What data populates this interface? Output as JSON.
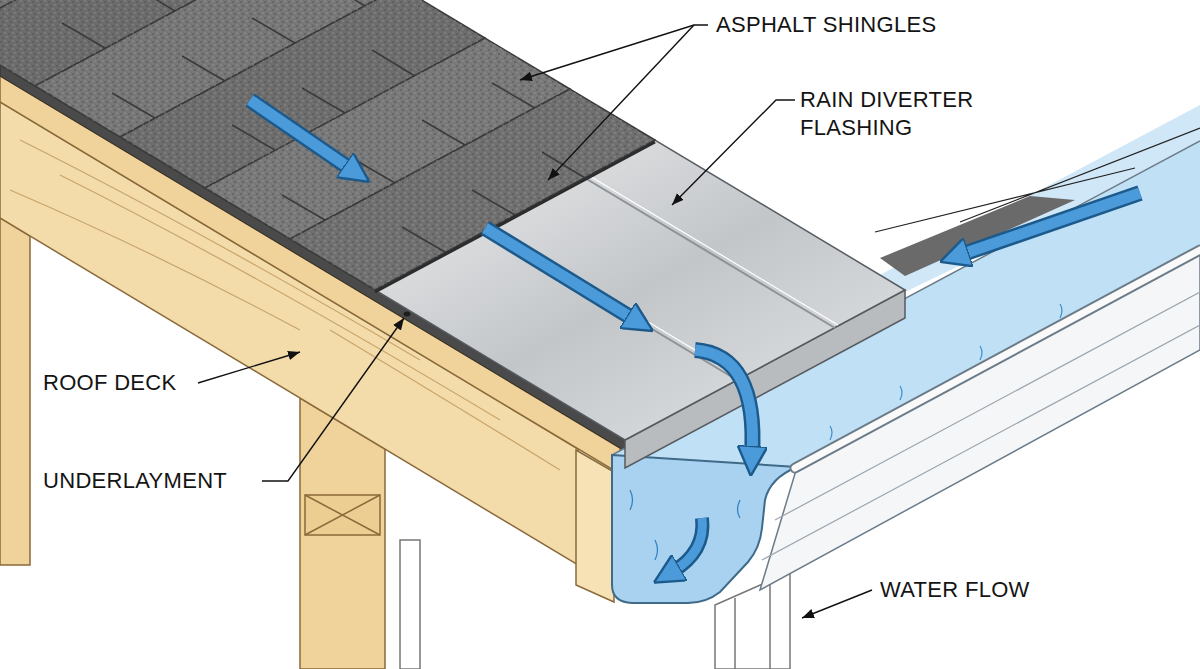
{
  "diagram": {
    "labels": [
      "ASPHALT SHINGLES",
      "RAIN DIVERTER FLASHING",
      "ROOF DECK",
      "UNDERLAYMENT",
      "WATER FLOW"
    ]
  }
}
